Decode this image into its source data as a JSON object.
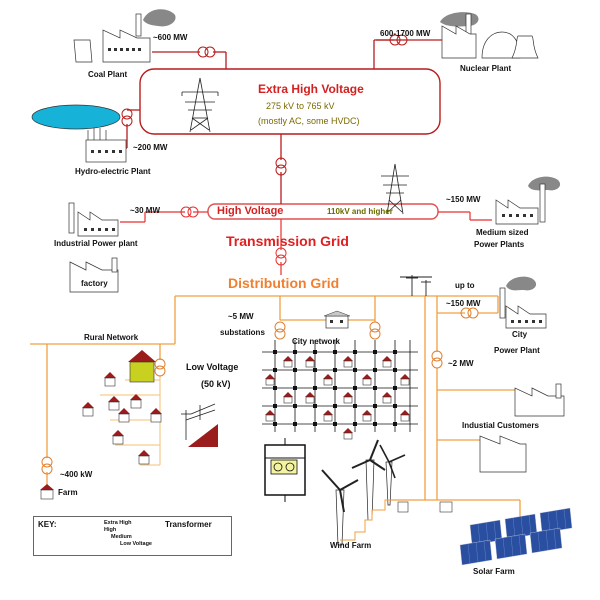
{
  "ehv": {
    "title": "Extra High Voltage",
    "range": "275 kV to 765 kV",
    "note": "(mostly AC, some HVDC)"
  },
  "hv": {
    "title": "High Voltage",
    "range": "110kV and higher"
  },
  "transmission_grid": "Transmission Grid",
  "distribution_grid": "Distribution Grid",
  "plants": {
    "coal": {
      "label": "Coal Plant",
      "power": "~600 MW"
    },
    "nuclear": {
      "label": "Nuclear Plant",
      "power": "600-1700 MW"
    },
    "hydro": {
      "label": "Hydro-electric Plant",
      "power": "~200 MW"
    },
    "industrial": {
      "label": "Industrial Power plant",
      "power": "~30 MW"
    },
    "medium": {
      "label_line1": "Medium sized",
      "label_line2": "Power Plants",
      "power": "~150 MW"
    },
    "city": {
      "label_line1": "City",
      "label_line2": "Power Plant",
      "power_line1": "up to",
      "power_line2": "~150 MW"
    }
  },
  "factory": "factory",
  "rural_network": "Rural Network",
  "substations": {
    "power": "~5 MW",
    "label": "substations"
  },
  "city_network": "City network",
  "low_voltage": {
    "line1": "Low Voltage",
    "line2": "(50 kV)"
  },
  "industrial_customers": {
    "label": "Industial Customers",
    "power": "~2 MW"
  },
  "farm": {
    "label": "Farm",
    "power": "~400 kW"
  },
  "wind_farm": "Wind Farm",
  "solar_farm": "Solar Farm",
  "key": {
    "title": "KEY:",
    "items": [
      "Extra High",
      "High",
      "Medium",
      "Low Voltage"
    ],
    "transformer": "Transformer"
  },
  "colors": {
    "extra_high": "#b81c1c",
    "high": "#e83030",
    "medium": "#f0a040",
    "low": "#f5c878",
    "black": "#111111"
  }
}
